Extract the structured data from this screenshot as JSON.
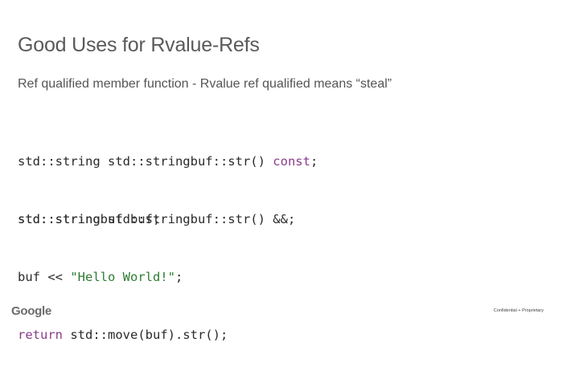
{
  "slide": {
    "title": "Good Uses for Rvalue-Refs",
    "subtitle": "Ref qualified member function - Rvalue ref qualified means “steal”",
    "code_block_1": [
      {
        "plain": "std::string std::stringbuf::str() ",
        "keyword": "const",
        "tail": ";"
      },
      {
        "plain": "std::string std::stringbuf::str() &&;",
        "keyword": "",
        "tail": ""
      }
    ],
    "code_block_2": [
      {
        "plain": "std::stringbuf buf;"
      },
      {
        "plain": "buf << ",
        "string": "\"Hello World!\"",
        "tail": ";"
      },
      {
        "keyword": "return",
        "plain": " std::move(buf).str();"
      }
    ],
    "logo_text": "Google",
    "footer_text": "Confidential + Proprietary"
  },
  "colors": {
    "keyword": "#8a3c8a",
    "string_literal": "#2e7d32",
    "title": "#5a5a5a"
  }
}
